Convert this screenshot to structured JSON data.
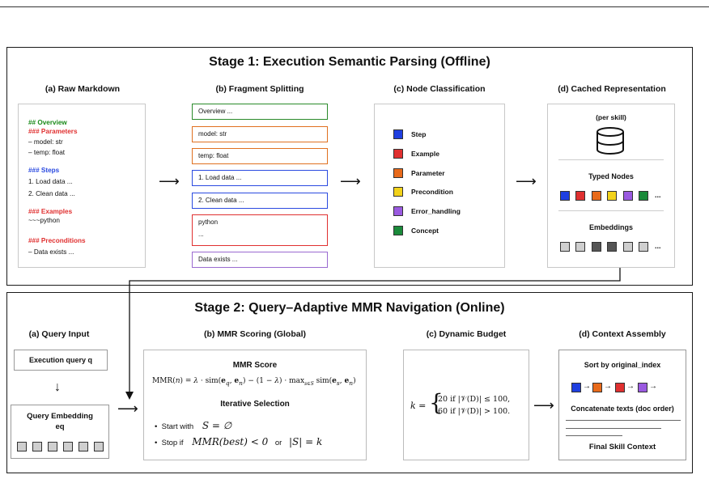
{
  "top_rule": true,
  "stage1": {
    "title": "Stage 1: Execution Semantic Parsing (Offline)",
    "a": {
      "title": "(a) Raw Markdown",
      "lines": [
        "## Overview",
        "### Parameters",
        "– model: str",
        "– temp: float",
        "### Steps",
        "1. Load data ...",
        "2. Clean data ...",
        "### Examples",
        "~~~python",
        "### Preconditions",
        "– Data exists ..."
      ]
    },
    "b": {
      "title": "(b) Fragment Splitting",
      "fragments": [
        {
          "text": "Overview ...",
          "color": "#2a8a2a"
        },
        {
          "text": "model: str",
          "color": "#e07020"
        },
        {
          "text": "temp: float",
          "color": "#e07020"
        },
        {
          "text": "1. Load data ...",
          "color": "#2a4ae0"
        },
        {
          "text": "2. Clean data ...",
          "color": "#2a4ae0"
        },
        {
          "text": "python",
          "text2": "...",
          "color": "#e03030"
        },
        {
          "text": "Data exists ...",
          "color": "#9a6ad0"
        }
      ]
    },
    "c": {
      "title": "(c) Node Classification",
      "legend": [
        {
          "label": "Step",
          "color": "#1f3fe0"
        },
        {
          "label": "Example",
          "color": "#e03030"
        },
        {
          "label": "Parameter",
          "color": "#e86a1a"
        },
        {
          "label": "Precondition",
          "color": "#f2d21a"
        },
        {
          "label": "Error_handling",
          "color": "#9a5ae0"
        },
        {
          "label": "Concept",
          "color": "#1a8a3a"
        }
      ]
    },
    "d": {
      "title": "(d) Cached Representation",
      "per_skill": "(per skill)",
      "database_icon": "database-icon",
      "typed_nodes": "Typed Nodes",
      "typed_colors": [
        "#1f3fe0",
        "#e03030",
        "#e86a1a",
        "#f2d21a",
        "#9a5ae0",
        "#1a8a3a"
      ],
      "embeddings": "Embeddings",
      "embedding_colors": [
        "#cfcfcf",
        "#cfcfcf",
        "#555555",
        "#555555",
        "#cfcfcf",
        "#cfcfcf"
      ],
      "ellipsis": "..."
    }
  },
  "stage2": {
    "title": "Stage 2: Query–Adaptive MMR Navigation (Online)",
    "a": {
      "title": "(a) Query Input",
      "query": "Execution query q",
      "embedding_title": "Query Embedding",
      "embedding_sub": "eq",
      "embedding_cells": 6
    },
    "b": {
      "title": "(b) MMR Scoring (Global)",
      "score_title": "MMR Score",
      "formula": "MMR(n) = λ · sim(eq, en) − (1 − λ) · max s∈S sim(es, en)",
      "iter_title": "Iterative Selection",
      "bullet1_label": "Start with",
      "bullet1_math": "S = ∅",
      "bullet2_label": "Stop if",
      "bullet2_math": "MMR(best) < 0",
      "or": "or",
      "bullet2_math2": "|S| = k"
    },
    "c": {
      "title": "(c) Dynamic Budget",
      "k": "k =",
      "case1": "20   if |𝒱(D)| ≤ 100,",
      "case2": "60   if |𝒱(D)| > 100."
    },
    "d": {
      "title": "(d) Context Assembly",
      "sort": "Sort by original_index",
      "chain_colors": [
        "#1f3fe0",
        "#e86a1a",
        "#e03030",
        "#9a5ae0"
      ],
      "concat": "Concatenate texts (doc order)",
      "final": "Final Skill Context"
    }
  }
}
